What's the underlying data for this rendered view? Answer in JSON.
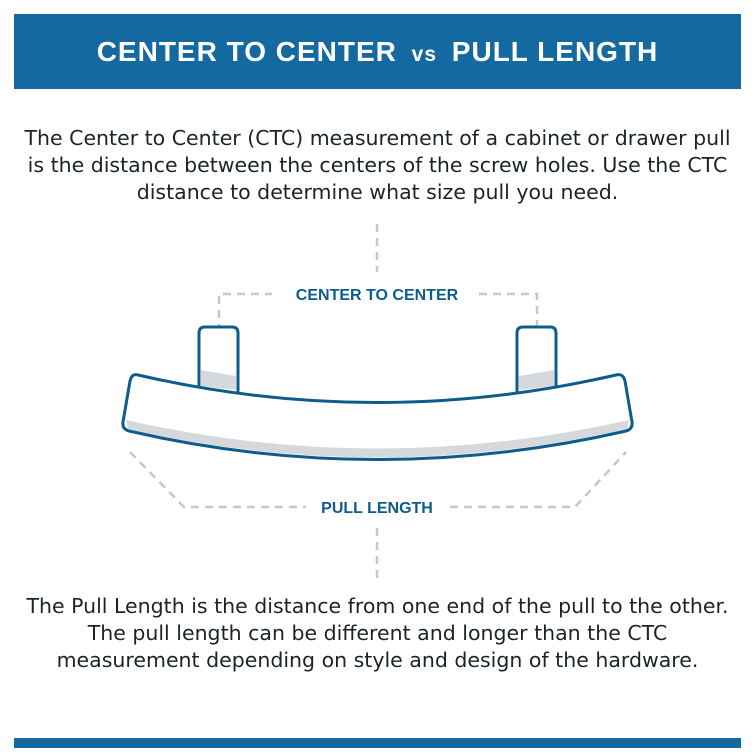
{
  "header": {
    "title_left": "CENTER TO CENTER",
    "title_vs": "vs",
    "title_right": "PULL LENGTH"
  },
  "intro_text": "The Center to Center (CTC) measurement of a cabinet or drawer pull is the distance between the centers of the screw holes. Use the CTC distance to determine what size pull you need.",
  "diagram": {
    "ctc_label": "CENTER TO CENTER",
    "pull_length_label": "PULL LENGTH"
  },
  "outro_text": "The Pull Length is the distance from one end of the pull to the other. The pull length can be different and longer than the CTC measurement depending on style and design of the hardware.",
  "colors": {
    "brand_blue": "#146aa0",
    "outline_blue": "#0e5c8a",
    "dash_gray": "#c7c7c7",
    "shadow_gray": "#d6d9dc",
    "text_dark": "#1c2327"
  }
}
